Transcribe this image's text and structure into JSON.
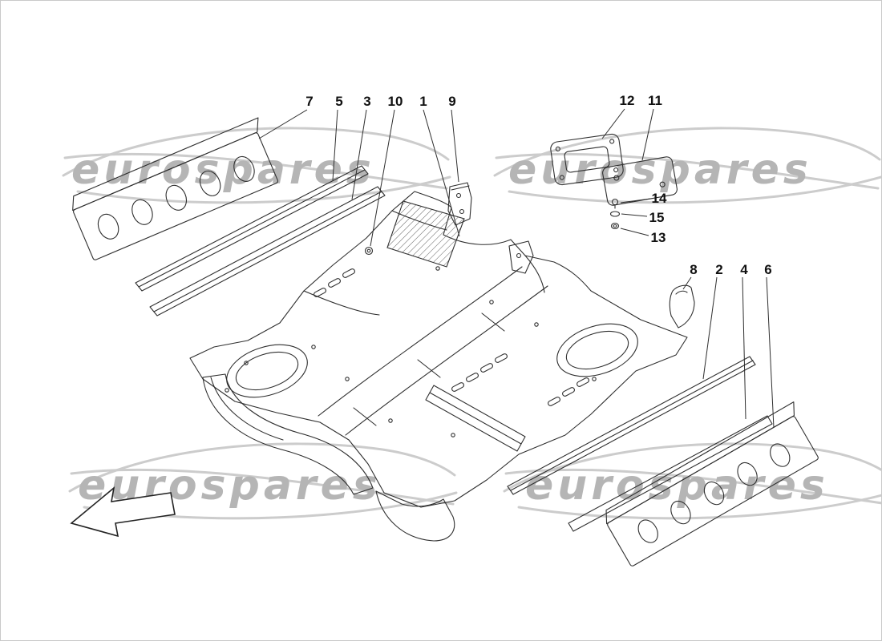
{
  "watermark": {
    "text": "eurospares"
  },
  "colors": {
    "watermark": "#b5b5b5",
    "swoosh": "#cccccc",
    "line": "#2f2f2f",
    "label": "#111111"
  },
  "callouts": [
    {
      "label": "7"
    },
    {
      "label": "5"
    },
    {
      "label": "3"
    },
    {
      "label": "10"
    },
    {
      "label": "1"
    },
    {
      "label": "9"
    },
    {
      "label": "12"
    },
    {
      "label": "11"
    },
    {
      "label": "14"
    },
    {
      "label": "15"
    },
    {
      "label": "13"
    },
    {
      "label": "8"
    },
    {
      "label": "2"
    },
    {
      "label": "4"
    },
    {
      "label": "6"
    }
  ]
}
